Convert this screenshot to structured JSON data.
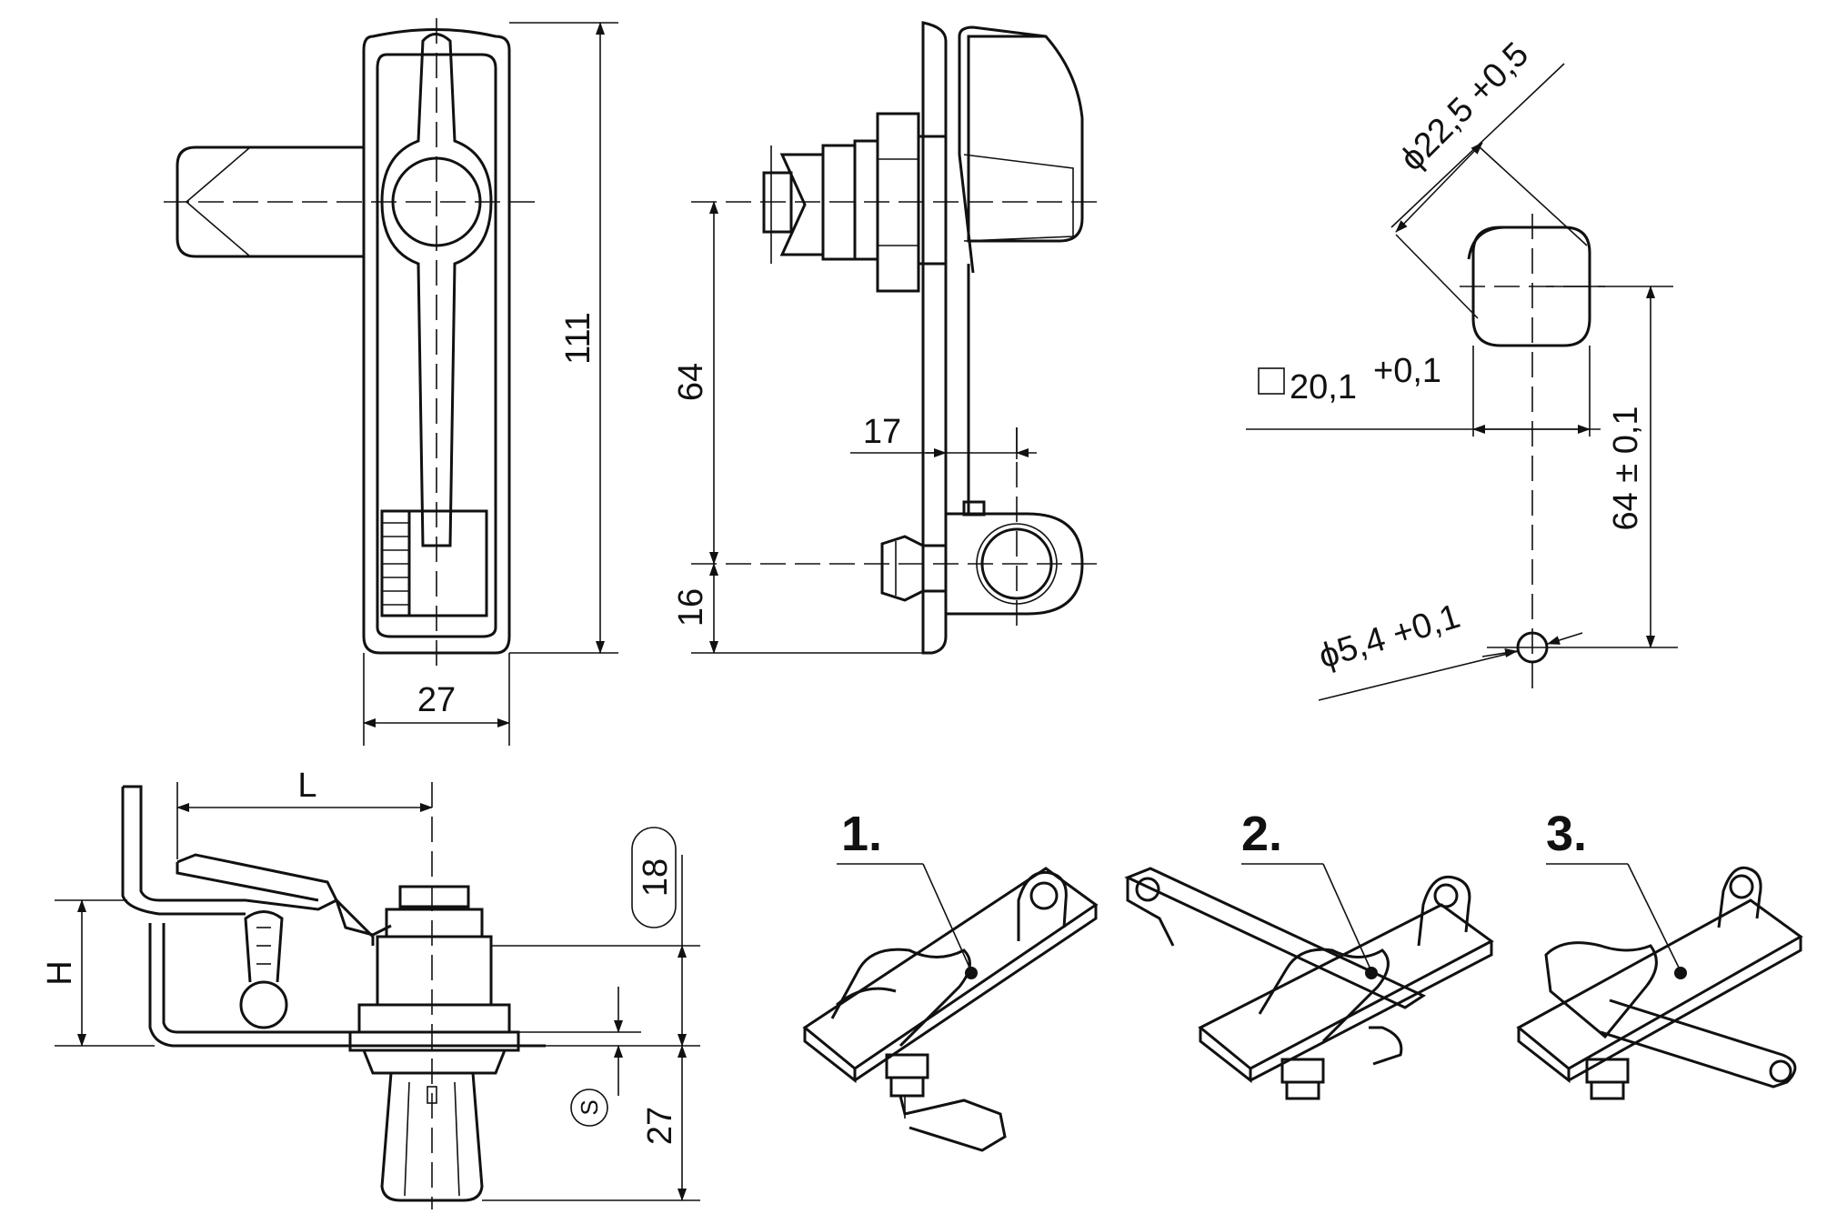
{
  "front_view": {
    "width_dim": "27",
    "height_dim": "111"
  },
  "side_view": {
    "dim_64": "64",
    "dim_16": "16",
    "dim_17": "17"
  },
  "cutout": {
    "diameter_large": "ϕ22,5 +0,5",
    "square_label": "20,1",
    "square_tol": "+0,1",
    "center_distance": "64 ± 0,1",
    "diameter_small": "ϕ5,4 +0,1"
  },
  "section_view": {
    "dim_L": "L",
    "dim_H": "H",
    "dim_18": "18",
    "dim_S": "S",
    "dim_27": "27"
  },
  "variants": [
    {
      "label": "1."
    },
    {
      "label": "2."
    },
    {
      "label": "3."
    }
  ]
}
